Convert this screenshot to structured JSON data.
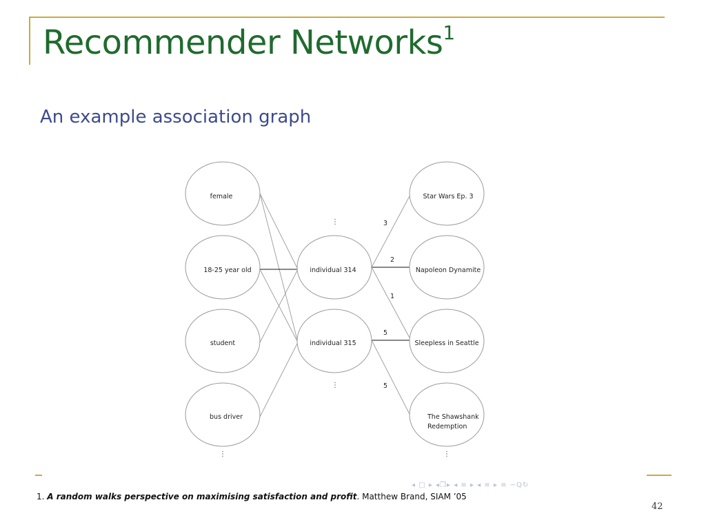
{
  "slide": {
    "title": "Recommender Networks",
    "title_superscript": "1",
    "subtitle": "An example association graph",
    "page_number": "42",
    "accent_color": "#cfa83a",
    "title_color": "#1f6b2e",
    "subtitle_color": "#3d4a8e"
  },
  "footnote": {
    "number": "1.",
    "paper_title": "A random walks perspective on maximising satisfaction and profit",
    "rest": ". Matthew Brand, SIAM ’05"
  },
  "nav_symbols": "◂ □ ▸ ◂❐▸ ◂ ≡ ▸ ◂ ≡ ▸   ≡   ∽Q↻",
  "diagram": {
    "attributes": [
      "female",
      "18-25 year old",
      "student",
      "bus driver"
    ],
    "individuals": [
      "individual 314",
      "individual 315"
    ],
    "movies": [
      {
        "line1": "Star Wars Ep. 3",
        "line2": ""
      },
      {
        "line1": "Napoleon Dynamite",
        "line2": ""
      },
      {
        "line1": "Sleepless in Seattle",
        "line2": ""
      },
      {
        "line1": "The Shawshank",
        "line2": "Redemption"
      }
    ],
    "ratings": [
      "3",
      "2",
      "1",
      "5",
      "5"
    ],
    "ellipsis": "⋮"
  }
}
